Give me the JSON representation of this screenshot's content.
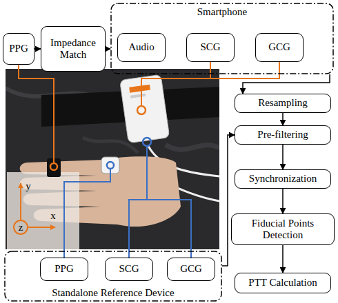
{
  "diagram": {
    "nodes": [
      {
        "text": [
          "PPG"
        ]
      },
      {
        "text": [
          "Impedance Match"
        ]
      },
      {
        "text": [
          "Smartphone"
        ]
      },
      {
        "text": [
          "Audio"
        ],
        "in": 2
      },
      {
        "text": [
          "SCG"
        ],
        "in": 2
      },
      {
        "text": [
          "GCG"
        ],
        "in": 2
      },
      {
        "text": [
          "Resampling"
        ]
      },
      {
        "text": [
          "Pre-filtering"
        ]
      },
      {
        "text": [
          "Synchronization"
        ]
      },
      {
        "text": [
          "Fiducial Points Detection"
        ]
      },
      {
        "text": [
          "PTT Calculation"
        ]
      },
      {
        "text": [
          "Standalone Reference Device"
        ]
      },
      {
        "text": [
          "PPG"
        ],
        "in": 11
      },
      {
        "text": [
          "SCG"
        ],
        "in": 11
      },
      {
        "text": [
          "GCG"
        ],
        "in": 11
      }
    ],
    "edges": [
      {
        "from": 0,
        "to": 1,
        "arrow": "to"
      },
      {
        "from": 1,
        "to": 2,
        "arrow": "to"
      },
      {
        "from": 2,
        "to": 6,
        "arrow": "to"
      },
      {
        "from": 11,
        "to": 7,
        "arrow": "to"
      },
      {
        "from": 6,
        "to": 7,
        "arrow": "to"
      },
      {
        "from": 7,
        "to": 8,
        "arrow": "to"
      },
      {
        "from": 8,
        "to": 9,
        "arrow": "to"
      },
      {
        "from": 9,
        "to": 10,
        "arrow": "to"
      }
    ],
    "labels": [
      "y",
      "x",
      "z"
    ]
  }
}
